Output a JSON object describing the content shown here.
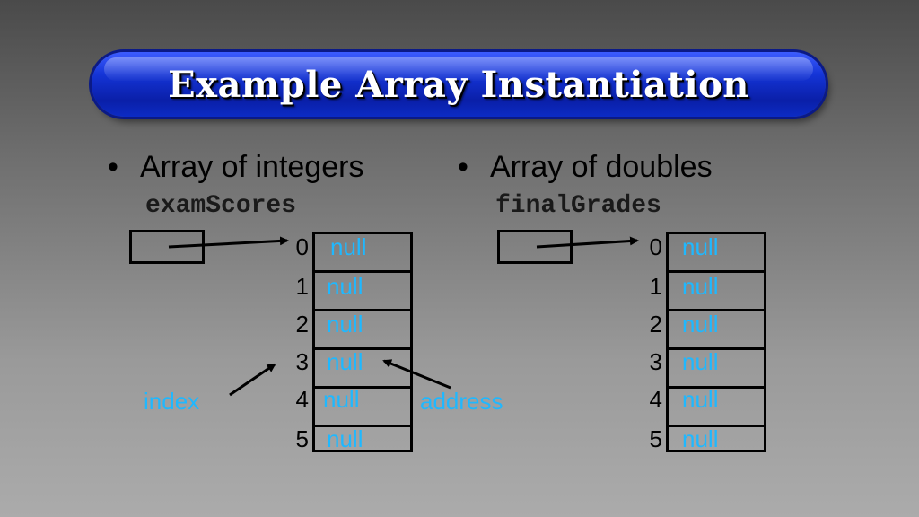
{
  "title": "Example Array Instantiation",
  "left": {
    "bullet": "Array of integers",
    "var_name": "examScores",
    "indices": [
      "0",
      "1",
      "2",
      "3",
      "4",
      "5"
    ],
    "values": [
      "null",
      "null",
      "null",
      "null",
      "null",
      "null"
    ]
  },
  "right": {
    "bullet": "Array of doubles",
    "var_name": "finalGrades",
    "indices": [
      "0",
      "1",
      "2",
      "3",
      "4",
      "5"
    ],
    "values": [
      "null",
      "null",
      "null",
      "null",
      "null",
      "null"
    ]
  },
  "labels": {
    "index": "index",
    "address": "address"
  },
  "colors": {
    "title_bar": "#1434d6",
    "value_text": "#1fb8ff",
    "background_top": "#4a4a4a",
    "background_bottom": "#ababab"
  }
}
